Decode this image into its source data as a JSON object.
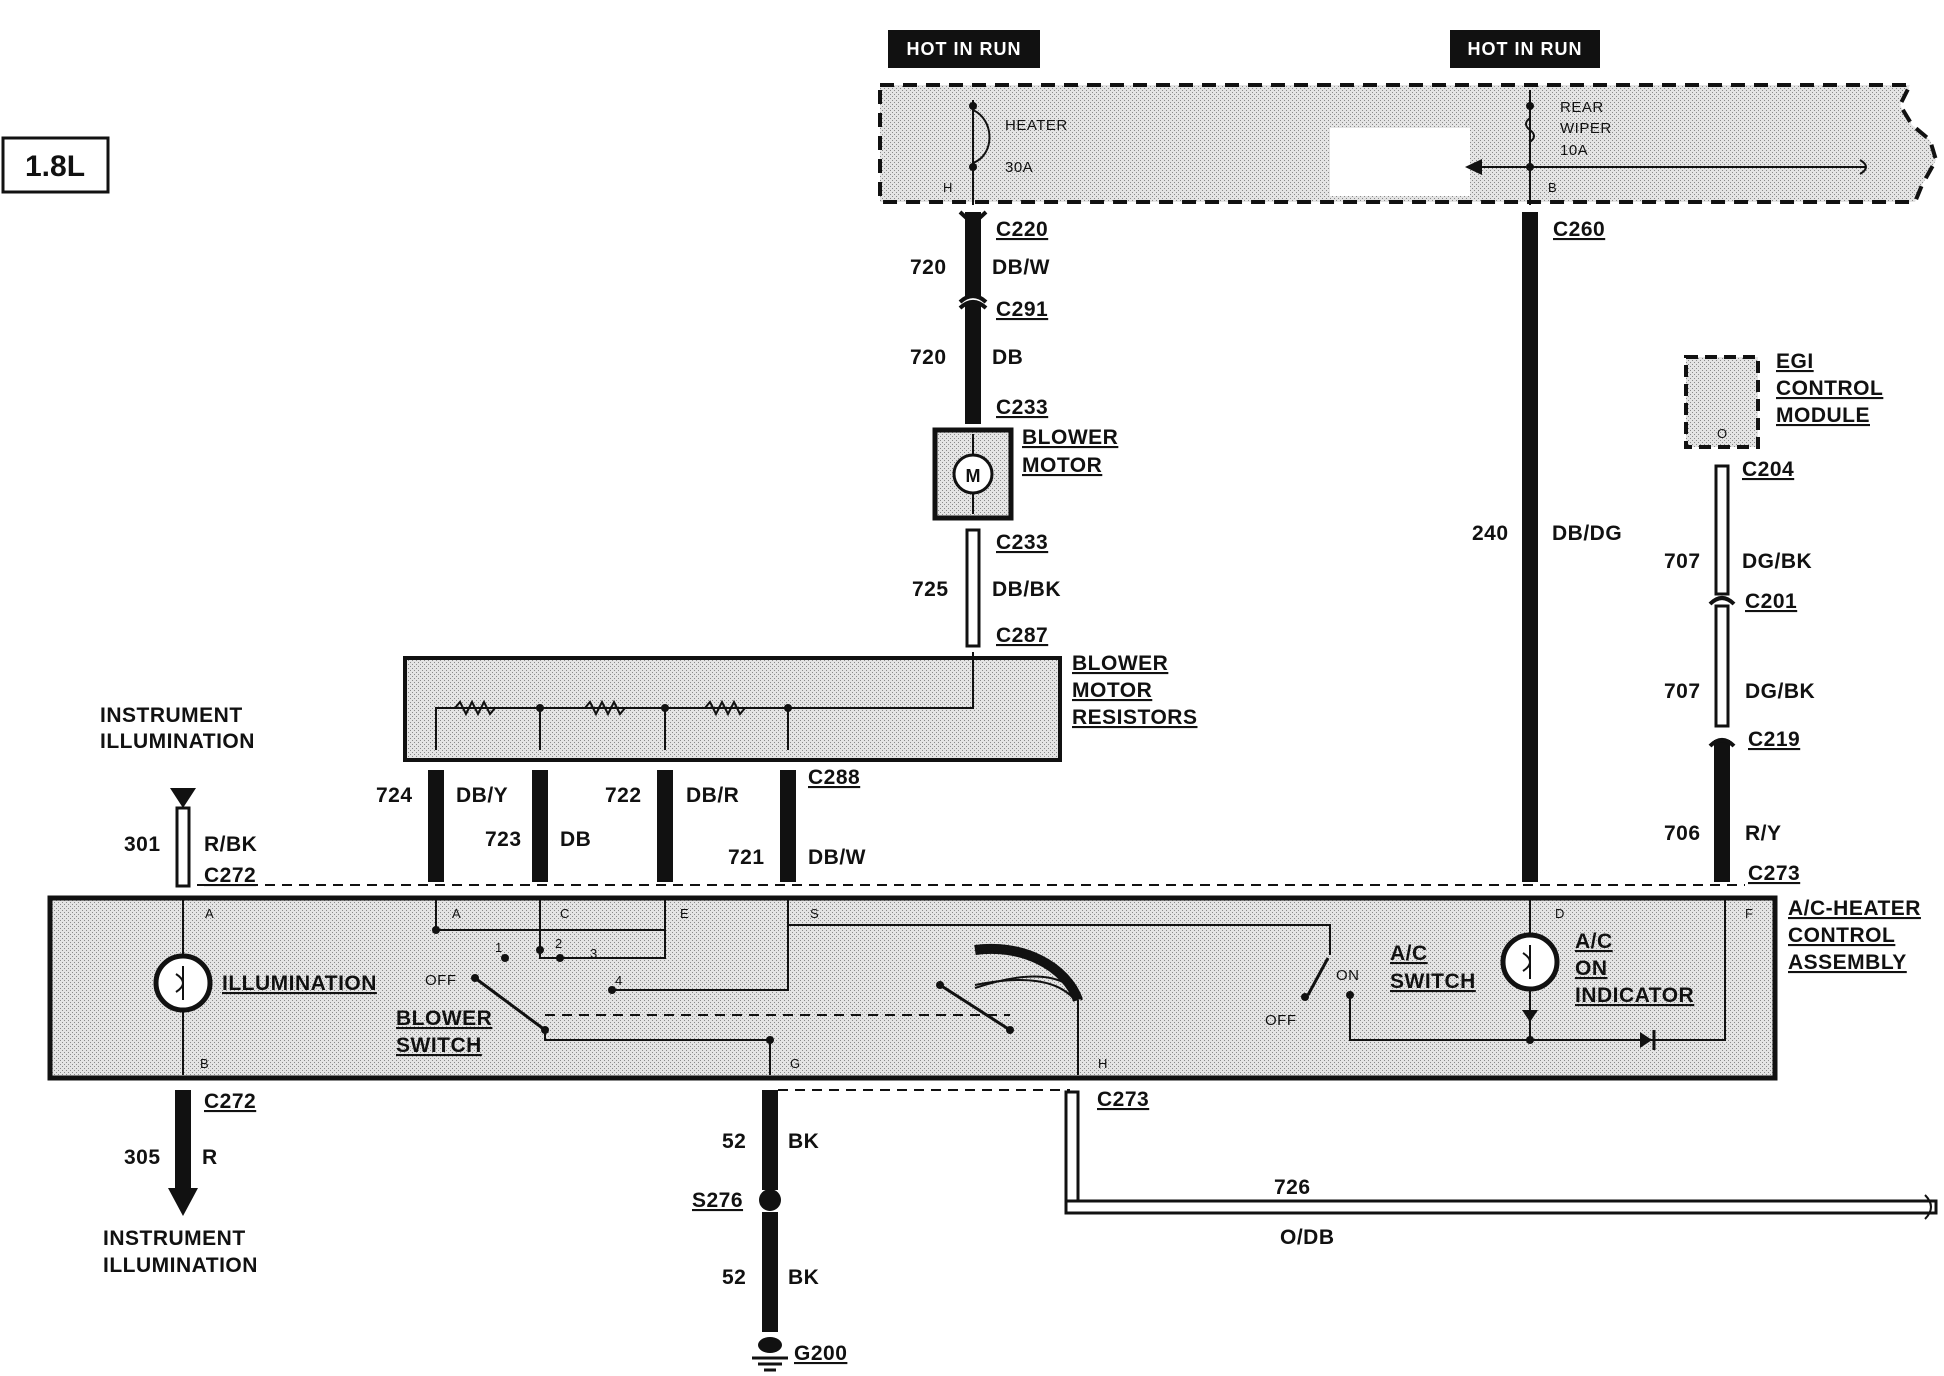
{
  "engine_badge": "1.8L",
  "power": {
    "hot_in_run_left": "HOT IN RUN",
    "hot_in_run_right": "HOT IN RUN",
    "fuse_heater": {
      "name": "HEATER",
      "rating": "30A",
      "pin": "H"
    },
    "fuse_rear_wiper": {
      "name_line1": "REAR",
      "name_line2": "WIPER",
      "rating": "10A",
      "pin": "B"
    }
  },
  "connectors": {
    "c220": "C220",
    "c291": "C291",
    "c233_top": "C233",
    "c233_bottom": "C233",
    "c287": "C287",
    "c288": "C288",
    "c260": "C260",
    "c204": "C204",
    "c201": "C201",
    "c219": "C219",
    "c273_top": "C273",
    "c272_top": "C272",
    "c272_bottom": "C272",
    "c273_bottom": "C273",
    "s276": "S276",
    "g200": "G200"
  },
  "wires": {
    "w720a": {
      "circuit": "720",
      "color": "DB/W"
    },
    "w720b": {
      "circuit": "720",
      "color": "DB"
    },
    "w725": {
      "circuit": "725",
      "color": "DB/BK"
    },
    "w724": {
      "circuit": "724",
      "color": "DB/Y"
    },
    "w723": {
      "circuit": "723",
      "color": "DB"
    },
    "w722": {
      "circuit": "722",
      "color": "DB/R"
    },
    "w721": {
      "circuit": "721",
      "color": "DB/W"
    },
    "w240": {
      "circuit": "240",
      "color": "DB/DG"
    },
    "w707a": {
      "circuit": "707",
      "color": "DG/BK"
    },
    "w707b": {
      "circuit": "707",
      "color": "DG/BK"
    },
    "w706": {
      "circuit": "706",
      "color": "R/Y"
    },
    "w301": {
      "circuit": "301",
      "color": "R/BK"
    },
    "w305": {
      "circuit": "305",
      "color": "R"
    },
    "w52a": {
      "circuit": "52",
      "color": "BK"
    },
    "w52b": {
      "circuit": "52",
      "color": "BK"
    },
    "w726": {
      "circuit": "726",
      "color": "O/DB"
    }
  },
  "components": {
    "blower_motor": {
      "line1": "BLOWER",
      "line2": "MOTOR",
      "symbol": "M"
    },
    "blower_motor_resistors": {
      "line1": "BLOWER",
      "line2": "MOTOR",
      "line3": "RESISTORS"
    },
    "egi_module": {
      "line1": "EGI",
      "line2": "CONTROL",
      "line3": "MODULE",
      "pin": "O"
    },
    "ac_heater_control": {
      "line1": "A/C-HEATER",
      "line2": "CONTROL",
      "line3": "ASSEMBLY"
    },
    "illumination": "ILLUMINATION",
    "blower_switch": {
      "line1": "BLOWER",
      "line2": "SWITCH",
      "off": "OFF",
      "positions": [
        "1",
        "2",
        "3",
        "4"
      ]
    },
    "ac_switch": {
      "line1": "A/C",
      "line2": "SWITCH",
      "on": "ON",
      "off": "OFF"
    },
    "ac_on_indicator": {
      "line1": "A/C",
      "line2": "ON",
      "line3": "INDICATOR"
    },
    "instrument_illumination_top": {
      "line1": "INSTRUMENT",
      "line2": "ILLUMINATION"
    },
    "instrument_illumination_bottom": {
      "line1": "INSTRUMENT",
      "line2": "ILLUMINATION"
    }
  },
  "pins": {
    "A": "A",
    "B": "B",
    "C": "C",
    "D": "D",
    "E": "E",
    "F": "F",
    "G": "G",
    "H": "H",
    "S": "S"
  }
}
